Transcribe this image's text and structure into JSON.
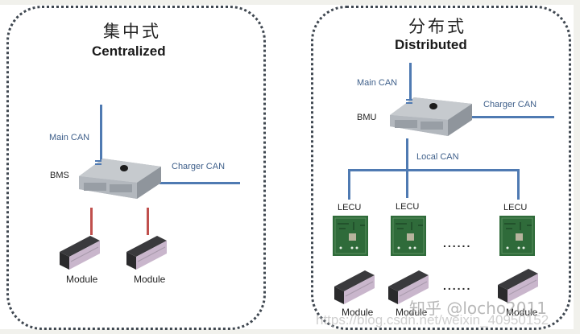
{
  "centralized": {
    "title_cn": "集中式",
    "title_en": "Centralized",
    "controller_label": "BMS",
    "main_can_label": "Main CAN",
    "charger_can_label": "Charger CAN",
    "modules": [
      "Module",
      "Module"
    ],
    "icons": {
      "controller": "ecu-box-icon",
      "module": "battery-module-icon"
    }
  },
  "distributed": {
    "title_cn": "分布式",
    "title_en": "Distributed",
    "controller_label": "BMU",
    "main_can_label": "Main CAN",
    "charger_can_label": "Charger CAN",
    "local_can_label": "Local CAN",
    "lecus": [
      "LECU",
      "LECU",
      "LECU"
    ],
    "lecu_ellipsis": "......",
    "modules": [
      "Module",
      "Module",
      "Module"
    ],
    "module_ellipsis": "......",
    "icons": {
      "controller": "ecu-box-icon",
      "lecu": "circuit-board-icon",
      "module": "battery-module-icon"
    }
  },
  "watermark": {
    "zhihu": "知乎 @locho2011",
    "blog": "https://blog.csdn.net/weixin_40950152"
  },
  "colors": {
    "can_bus": "#4f7ab2",
    "module_link": "#c0504d",
    "label_blue": "#3e5f8a",
    "panel_border": "#3f4750",
    "pcb_green": "#2f6b3a",
    "module_pink": "#c9b6cc"
  }
}
